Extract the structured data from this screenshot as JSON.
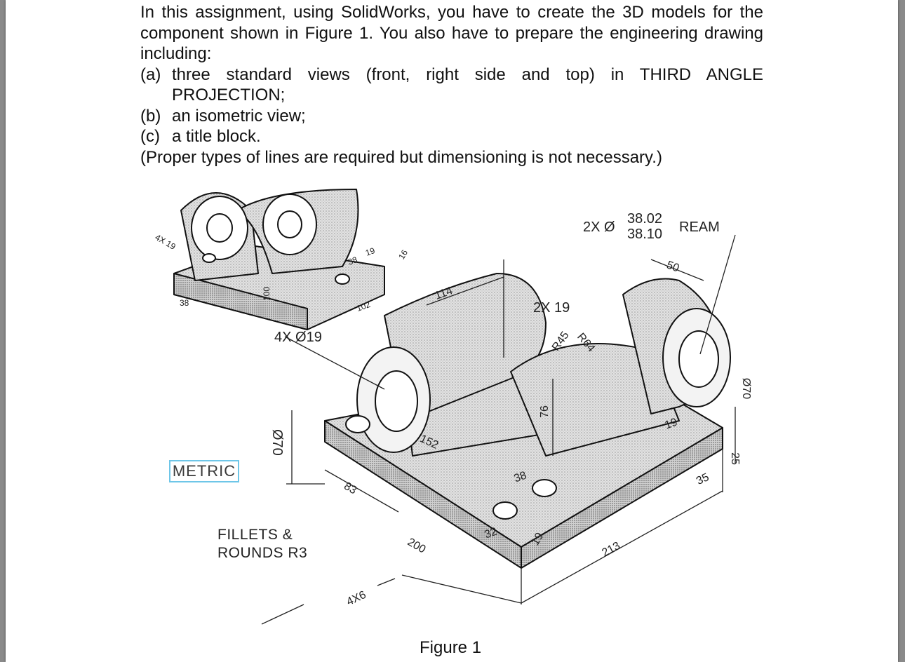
{
  "assignment": {
    "intro": "In this assignment, using SolidWorks, you have to create the 3D models for the component shown in Figure 1. You also have to prepare the engineering drawing including:",
    "items": [
      {
        "label": "(a)",
        "text": "three standard views (front, right side and top) in THIRD ANGLE",
        "continuation": "PROJECTION;"
      },
      {
        "label": "(b)",
        "text": "an isometric view;"
      },
      {
        "label": "(c)",
        "text": "a title block."
      }
    ],
    "note": "(Proper types of lines are required but dimensioning is not necessary.)"
  },
  "figure": {
    "caption": "Figure 1",
    "metric_label": "METRIC",
    "fillets_line1": "FILLETS &",
    "fillets_line2": "ROUNDS R3",
    "dimensions": {
      "holes": "4X Ø19",
      "bore_diameter": "Ø70",
      "ream_prefix": "2X Ø",
      "ream_upper": "38.02",
      "ream_lower": "38.10",
      "ream_suffix": "REAM",
      "ream_depth": "50",
      "radius_count": "2X 19",
      "r45": "R45",
      "r64": "R64",
      "d114": "114",
      "d152": "152",
      "d76": "76",
      "d38": "38",
      "d83": "83",
      "d200": "200",
      "d32": "32",
      "d19a": "19",
      "d19b": "19",
      "d213": "213",
      "d35": "35",
      "d25": "25",
      "d70_right": "Ø70",
      "slot": "4X6"
    },
    "small_view": {
      "d4x19": "4X 19",
      "d38": "38",
      "d100": "100",
      "d102": "102",
      "d38b": "38",
      "d19": "19",
      "d16": "16"
    }
  }
}
